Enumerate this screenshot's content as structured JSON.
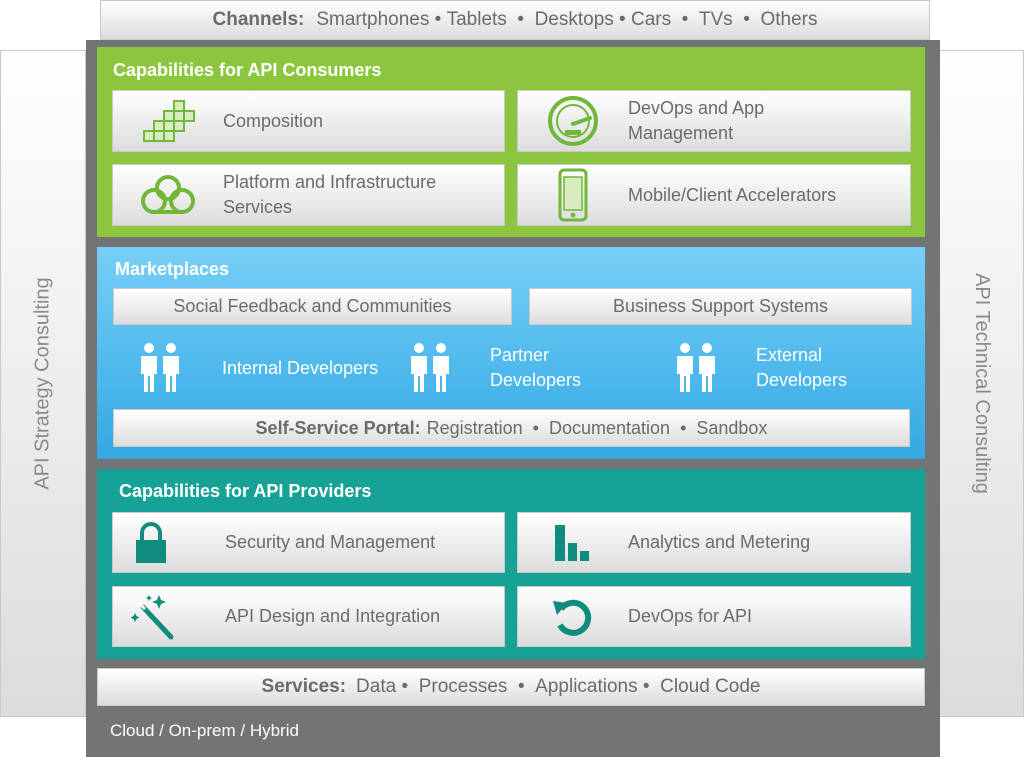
{
  "channels": {
    "label": "Channels:",
    "items": [
      "Smartphones",
      "Tablets",
      "Desktops",
      "Cars",
      "TVs",
      "Others"
    ]
  },
  "left_sidebar": {
    "label": "API Strategy Consulting"
  },
  "right_sidebar": {
    "label": "API Technical Consulting"
  },
  "consumers": {
    "title": "Capabilities for API Consumers",
    "items": [
      {
        "label": "Composition",
        "icon": "blocks-icon"
      },
      {
        "label": "DevOps and App Management",
        "icon": "gauge-icon"
      },
      {
        "label": "Platform and Infrastructure Services",
        "icon": "cloud-icon"
      },
      {
        "label": "Mobile/Client Accelerators",
        "icon": "phone-icon"
      }
    ]
  },
  "marketplaces": {
    "title": "Marketplaces",
    "pills": [
      "Social Feedback and Communities",
      "Business Support Systems"
    ],
    "developers": [
      {
        "label": "Internal Developers",
        "icon": "people-icon"
      },
      {
        "label": "Partner Developers",
        "icon": "people-icon"
      },
      {
        "label": "External Developers",
        "icon": "people-icon"
      }
    ],
    "portal": {
      "label": "Self-Service Portal:",
      "items": [
        "Registration",
        "Documentation",
        "Sandbox"
      ]
    }
  },
  "providers": {
    "title": "Capabilities for API Providers",
    "items": [
      {
        "label": "Security and Management",
        "icon": "lock-icon"
      },
      {
        "label": "Analytics and Metering",
        "icon": "bar-chart-icon"
      },
      {
        "label": "API Design and Integration",
        "icon": "magic-wand-icon"
      },
      {
        "label": "DevOps for API",
        "icon": "refresh-icon"
      }
    ]
  },
  "services": {
    "label": "Services:",
    "items": [
      "Data",
      "Processes",
      "Applications",
      "Cloud Code"
    ]
  },
  "deployment": "Cloud / On-prem / Hybrid",
  "colors": {
    "consumer_green": "#8cc63e",
    "consumer_icon": "#71b739",
    "marketplace_blue": "#4db8ec",
    "provider_teal": "#16a396",
    "provider_icon": "#0f8c7e",
    "frame": "#737475",
    "text_gray": "#6b6b6b"
  }
}
